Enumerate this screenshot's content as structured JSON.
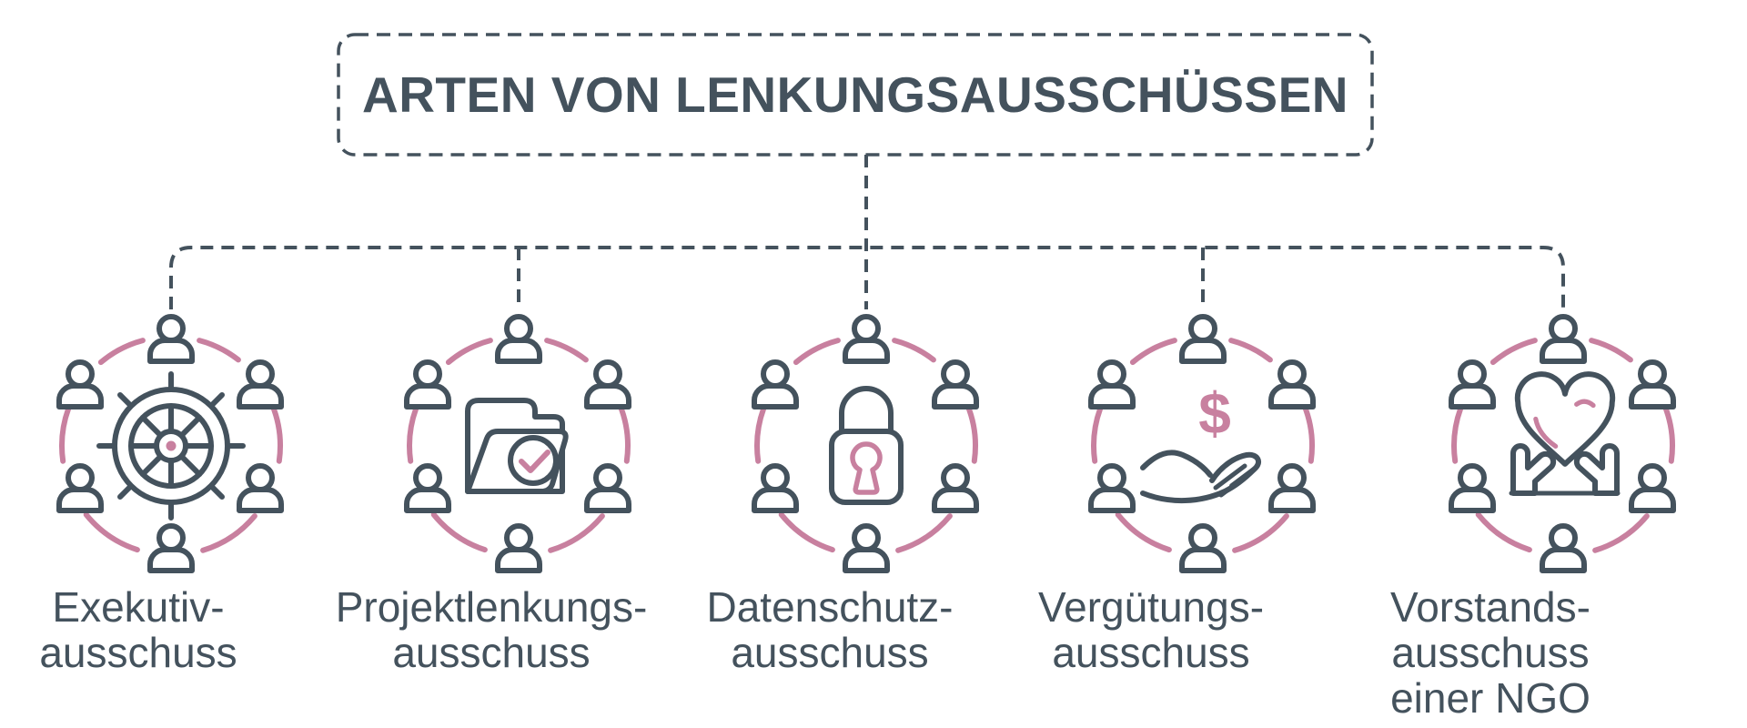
{
  "title": {
    "label": "ARTEN VON LENKUNGSAUSSCHÜSSEN"
  },
  "colors": {
    "slate": "#44525D",
    "pink": "#C8809F",
    "background": "#FFFFFF"
  },
  "groups": [
    {
      "icon": "ship-wheel-icon",
      "label_lines": [
        "Exekutiv-",
        "ausschuss"
      ]
    },
    {
      "icon": "folder-check-icon",
      "label_lines": [
        "Projektlenkungs-",
        "ausschuss"
      ]
    },
    {
      "icon": "padlock-icon",
      "label_lines": [
        "Datenschutz-",
        "ausschuss"
      ]
    },
    {
      "icon": "money-hand-icon",
      "label_lines": [
        "Vergütungs-",
        "ausschuss"
      ],
      "symbol": "$"
    },
    {
      "icon": "heart-hands-icon",
      "label_lines": [
        "Vorstands-",
        "ausschuss",
        "einer NGO"
      ]
    }
  ]
}
